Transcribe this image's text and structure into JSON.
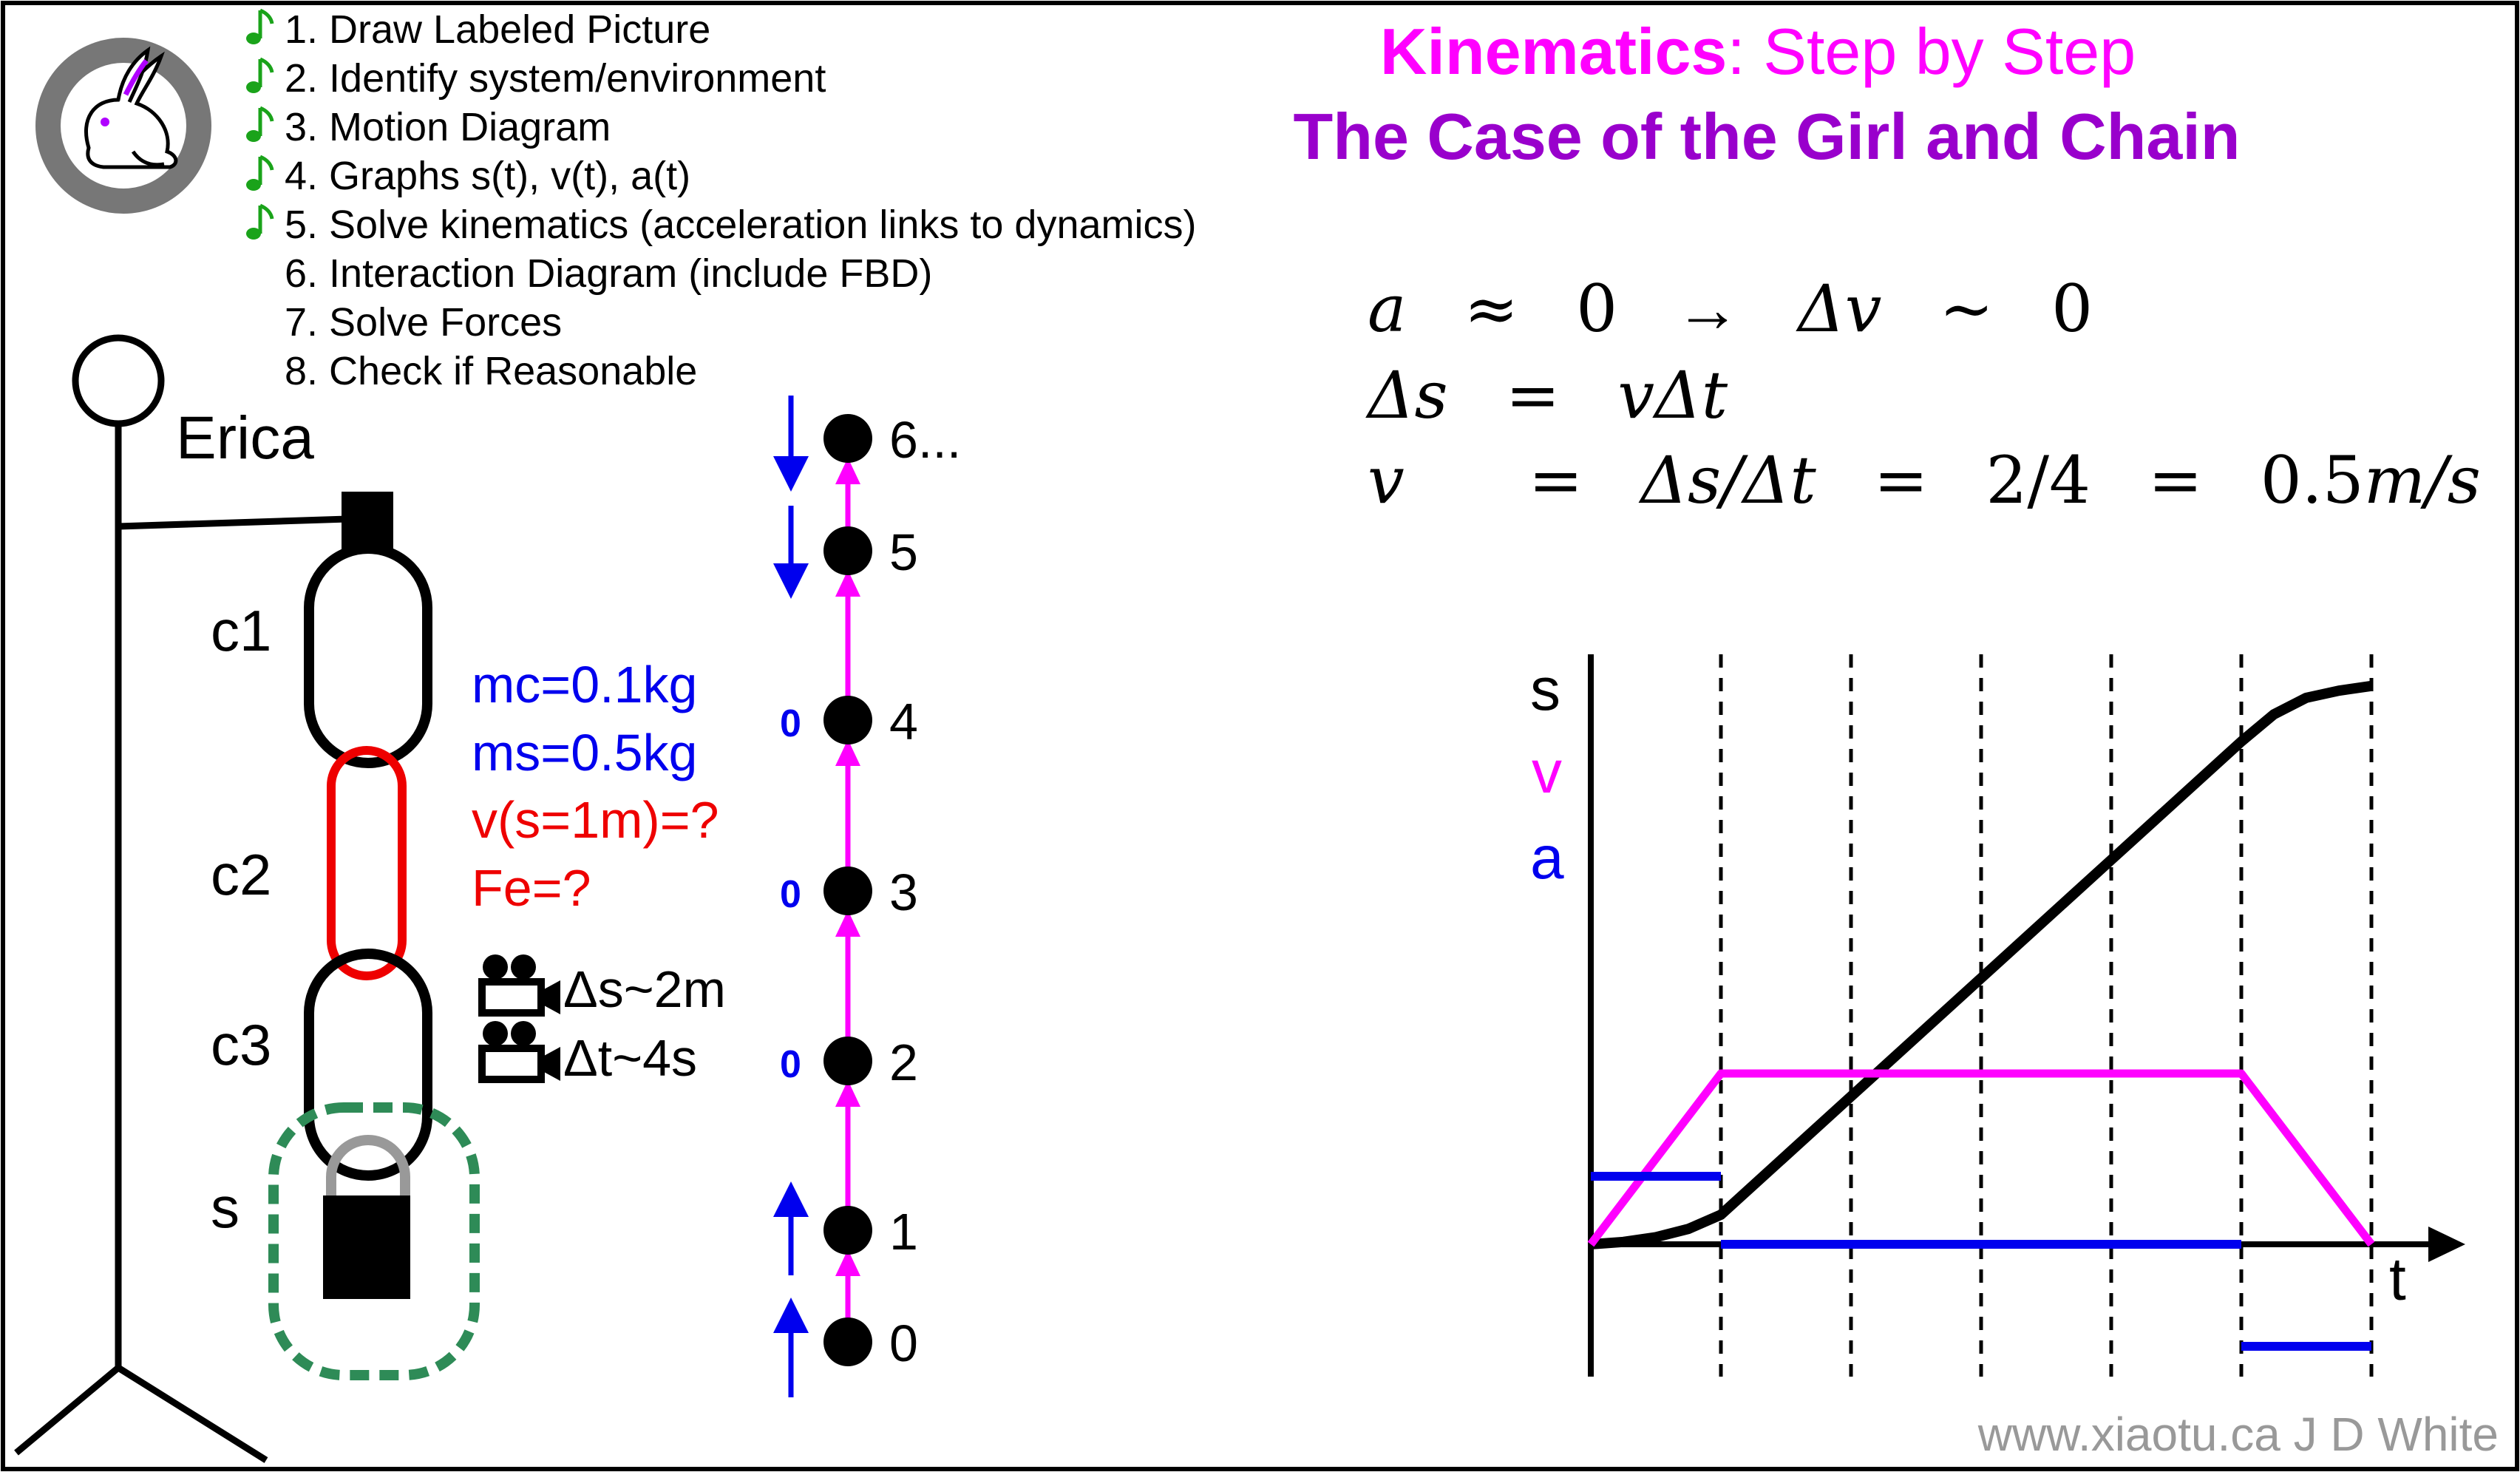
{
  "header": {
    "title_line1_a": "Kinematics",
    "title_line1_b": ": Step by Step",
    "title_line2": "The Case of the Girl and Chain"
  },
  "steps": [
    {
      "text": "1. Draw Labeled Picture",
      "done": true
    },
    {
      "text": "2. Identify system/environment",
      "done": true
    },
    {
      "text": "3. Motion Diagram",
      "done": true
    },
    {
      "text": "4. Graphs s(t), v(t), a(t)",
      "done": true
    },
    {
      "text": "5. Solve kinematics (acceleration links to dynamics)",
      "done": true
    },
    {
      "text": "6. Interaction Diagram (include FBD)",
      "done": false
    },
    {
      "text": "7. Solve Forces",
      "done": false
    },
    {
      "text": "8. Check if Reasonable",
      "done": false
    }
  ],
  "picture": {
    "person": "Erica",
    "links": [
      "c1",
      "c2",
      "c3",
      "s"
    ],
    "givens": [
      "mc=0.1kg",
      "ms=0.5kg"
    ],
    "unknowns": [
      "v(s=1m)=?",
      "Fe=?"
    ],
    "measurements": [
      "Δs~2m",
      "Δt~4s"
    ]
  },
  "motion_diagram": {
    "labels": [
      "0",
      "1",
      "2",
      "3",
      "4",
      "5",
      "6..."
    ],
    "zero_accel_label": "0"
  },
  "equations": {
    "line1": [
      "a",
      "≈",
      "0",
      "→",
      "Δv",
      "~",
      "0"
    ],
    "line2": [
      "Δs",
      "=",
      "vΔt"
    ],
    "line3": [
      "v",
      "=",
      "Δs/Δt",
      "=",
      "2/4",
      "=",
      "0.5",
      "m/s"
    ]
  },
  "graph": {
    "labels": {
      "s": "s",
      "v": "v",
      "a": "a",
      "t": "t"
    }
  },
  "chart_data": {
    "type": "line",
    "series": [
      {
        "name": "s",
        "x": [
          0,
          0.25,
          0.5,
          0.75,
          1,
          2,
          3,
          4,
          5,
          5.25,
          5.5,
          5.75,
          6
        ],
        "y": [
          0,
          0.02,
          0.06,
          0.13,
          0.25,
          1.25,
          2.25,
          3.25,
          4.25,
          4.48,
          4.62,
          4.68,
          4.72
        ]
      },
      {
        "name": "v",
        "x": [
          0,
          1,
          5,
          6
        ],
        "y": [
          0,
          1,
          1,
          0
        ]
      },
      {
        "name": "a",
        "segments": [
          {
            "x": [
              0,
              1
            ],
            "y": [
              0.4
            ]
          },
          {
            "x": [
              1,
              5
            ],
            "y": [
              0
            ]
          },
          {
            "x": [
              5,
              6
            ],
            "y": [
              -0.6
            ]
          }
        ]
      }
    ],
    "x_gridlines": [
      1,
      2,
      3,
      4,
      5,
      6
    ],
    "grid": "dashed-vertical"
  },
  "footer": {
    "credit": "www.xiaotu.ca J D White"
  },
  "colors": {
    "magenta": "#ff00ff",
    "purple": "#9900cc",
    "blue": "#0000ee",
    "red": "#ee0000",
    "green": "#2e8b57",
    "note_green": "#1aa31a",
    "gray": "#999999",
    "dark_gray": "#777777",
    "black": "#000000"
  }
}
